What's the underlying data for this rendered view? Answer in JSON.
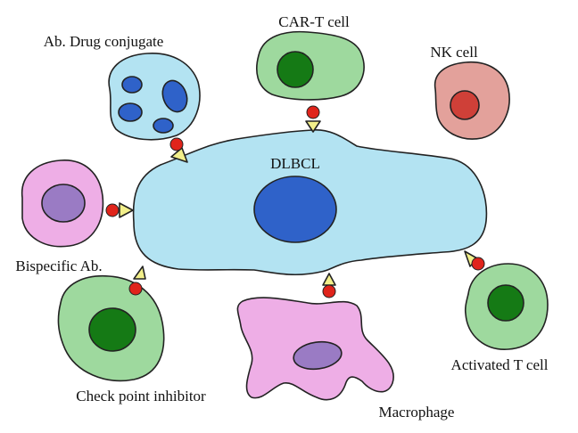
{
  "labels": {
    "center": "DLBCL",
    "car_t": "CAR-T cell",
    "adc": "Ab. Drug conjugate",
    "nk": "NK cell",
    "bispecific": "Bispecific Ab.",
    "checkpoint": "Check point inhibitor",
    "macrophage": "Macrophage",
    "activated_t": "Activated T cell"
  },
  "colors": {
    "tumor_fill": "#b3e3f2",
    "tumor_nucleus": "#2f62c9",
    "tcell_fill": "#9ed99e",
    "tcell_nucleus": "#157a15",
    "adc_fill": "#b3e3f2",
    "adc_granule": "#2f62c9",
    "nk_fill": "#e3a19b",
    "nk_nucleus": "#cf4038",
    "pink_fill": "#eeaee6",
    "purple_nucleus": "#9a7bc4",
    "connector_dot": "#e0241b",
    "arrowhead": "#f2ef8a"
  }
}
